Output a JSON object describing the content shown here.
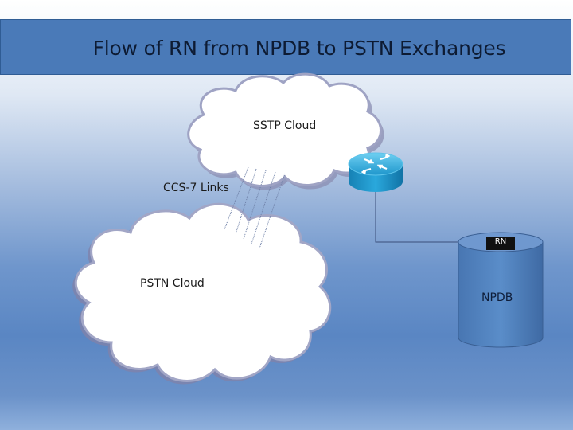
{
  "title": "Flow of RN from NPDB to PSTN Exchanges",
  "nodes": {
    "sstp_cloud": "SSTP Cloud",
    "pstn_cloud": "PSTN Cloud",
    "ccs7_links": "CCS-7 Links",
    "rn_tag": "RN",
    "npdb": "NPDB",
    "router_icon": "router-icon"
  },
  "colors": {
    "title_bar": "#4a7ab8",
    "cloud_fill": "#ffffff",
    "cloud_outline": "#8c8fb4",
    "router_fill": "#1a9bd0",
    "database_fill": "#4f81bd",
    "rn_tag_fill": "#111111"
  }
}
